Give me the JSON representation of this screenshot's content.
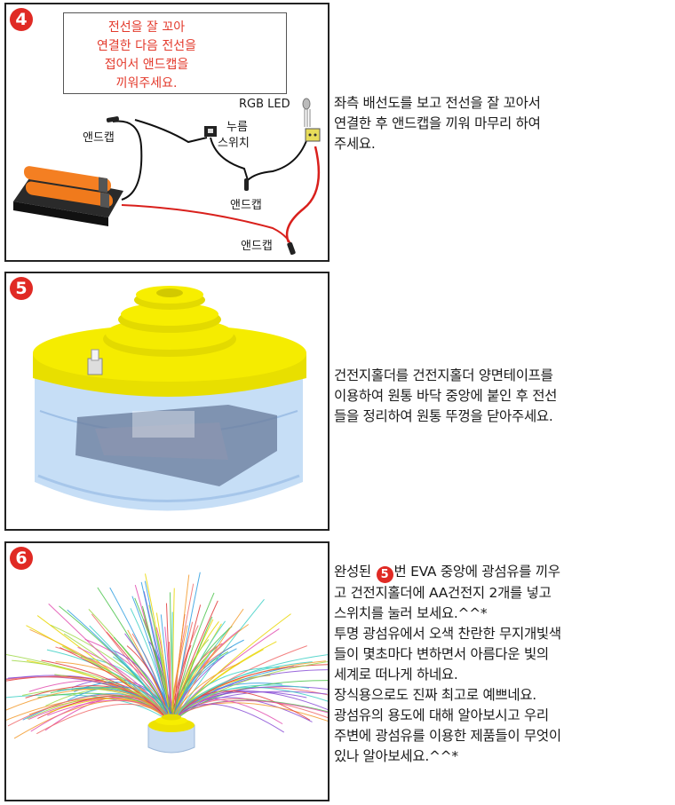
{
  "step4": {
    "badge": "4",
    "note_lines": [
      "전선을 잘 꼬아",
      "연결한 다음 전선을",
      "접어서 앤드캡을",
      "끼워주세요."
    ],
    "labels": {
      "rgb_led": "RGB LED",
      "end_cap_left": "앤드캡",
      "switch_line1": "누름",
      "switch_line2": "스위치",
      "end_cap_mid": "앤드캡",
      "end_cap_bottom": "앤드캡"
    },
    "description": [
      "좌측 배선도를 보고 전선을 잘 꼬아서",
      "연결한 후 앤드캡을 끼워 마무리 하여",
      "주세요."
    ]
  },
  "step5": {
    "badge": "5",
    "description": [
      "건전지홀더를 건전지홀더 양면테이프를",
      "이용하여 원통 바닥 중앙에 붙인 후 전선",
      "들을 정리하여 원통 뚜껑을 닫아주세요."
    ]
  },
  "step6": {
    "badge": "6",
    "description_first_prefix": "완성된",
    "inline_badge": "5",
    "description_first_suffix": "번 EVA 중앙에 광섬유를 끼우",
    "description": [
      "고 건전지홀더에 AA건전지 2개를 넣고",
      "스위치를 눌러 보세요.^^*",
      "투명 광섬유에서 오색 찬란한 무지개빛색",
      "들이 몇초마다 변하면서 아름다운 빛의",
      "세계로 떠나게 하네요.",
      "장식용으로도 진짜 최고로 예쁘네요.",
      "광섬유의 용도에 대해 알아보시고 우리",
      "주변에 광섬유를 이용한 제품들이 무엇이",
      "있나 알아보세요.^^*"
    ]
  },
  "colors": {
    "badge_red": "#e02a24",
    "note_red": "#e33a2c",
    "battery_orange": "#f07a1c",
    "wire_red": "#d9201c",
    "eva_yellow": "#f2ea00",
    "cylinder_blue": "#b9d6f4"
  }
}
